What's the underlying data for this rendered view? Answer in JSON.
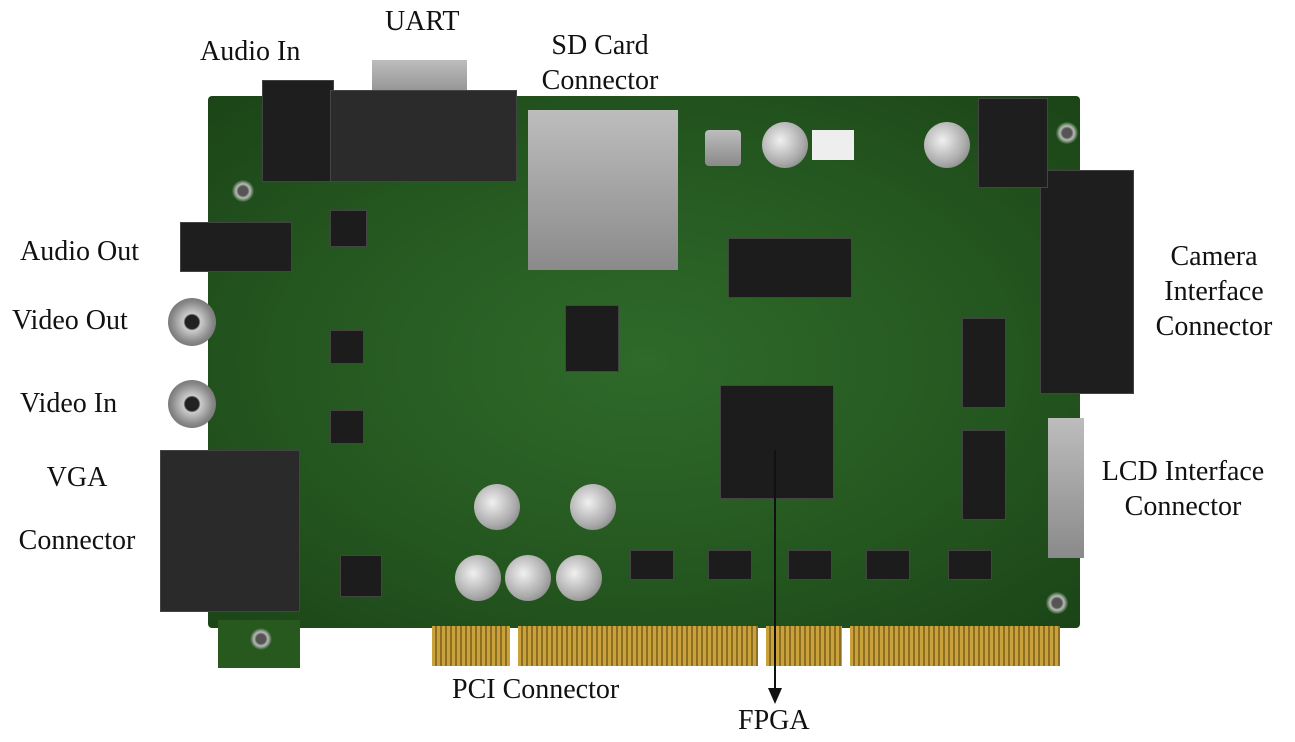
{
  "labels": {
    "audio_in": "Audio In",
    "uart": "UART",
    "sd_card_line1": "SD Card",
    "sd_card_line2": "Connector",
    "audio_out": "Audio Out",
    "video_out": "Video Out",
    "video_in": "Video In",
    "vga_line1": "VGA",
    "vga_line2": "Connector",
    "camera_line1": "Camera",
    "camera_line2": "Interface",
    "camera_line3": "Connector",
    "lcd_line1": "LCD Interface",
    "lcd_line2": "Connector",
    "pci": "PCI Connector",
    "fpga": "FPGA"
  },
  "colors": {
    "pcb": "#24561f",
    "gold": "#c9a23c",
    "text": "#111111"
  }
}
